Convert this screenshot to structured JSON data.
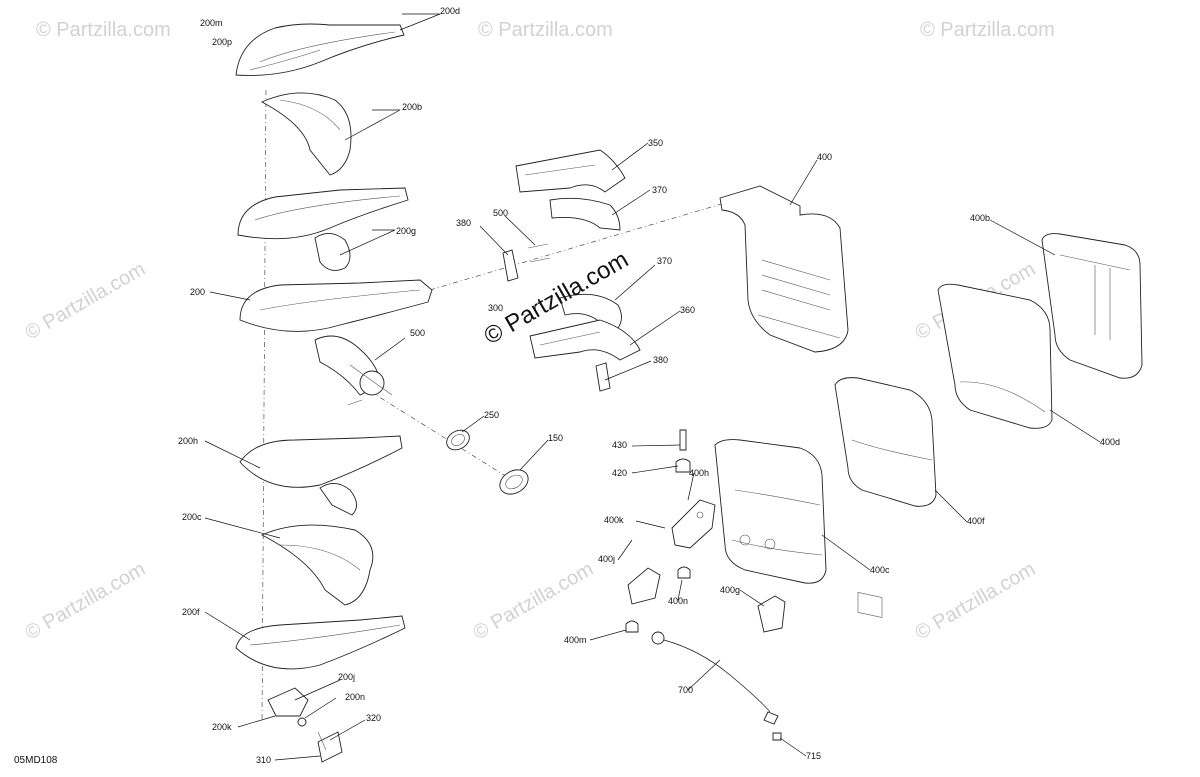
{
  "diagram_code": "05MD108",
  "watermark_main": "© Partzilla.com",
  "watermark_tile": "© Partzilla.com",
  "labels": [
    "200m",
    "200d",
    "200p",
    "200b",
    "200g",
    "200",
    "200h",
    "200c",
    "200f",
    "200j",
    "200n",
    "200k",
    "320",
    "310",
    "350",
    "370",
    "380",
    "500",
    "300",
    "370",
    "360",
    "380",
    "500",
    "250",
    "150",
    "400",
    "400b",
    "400d",
    "400f",
    "400c",
    "430",
    "420",
    "400h",
    "400k",
    "400j",
    "400n",
    "400g",
    "400m",
    "700",
    "715"
  ]
}
